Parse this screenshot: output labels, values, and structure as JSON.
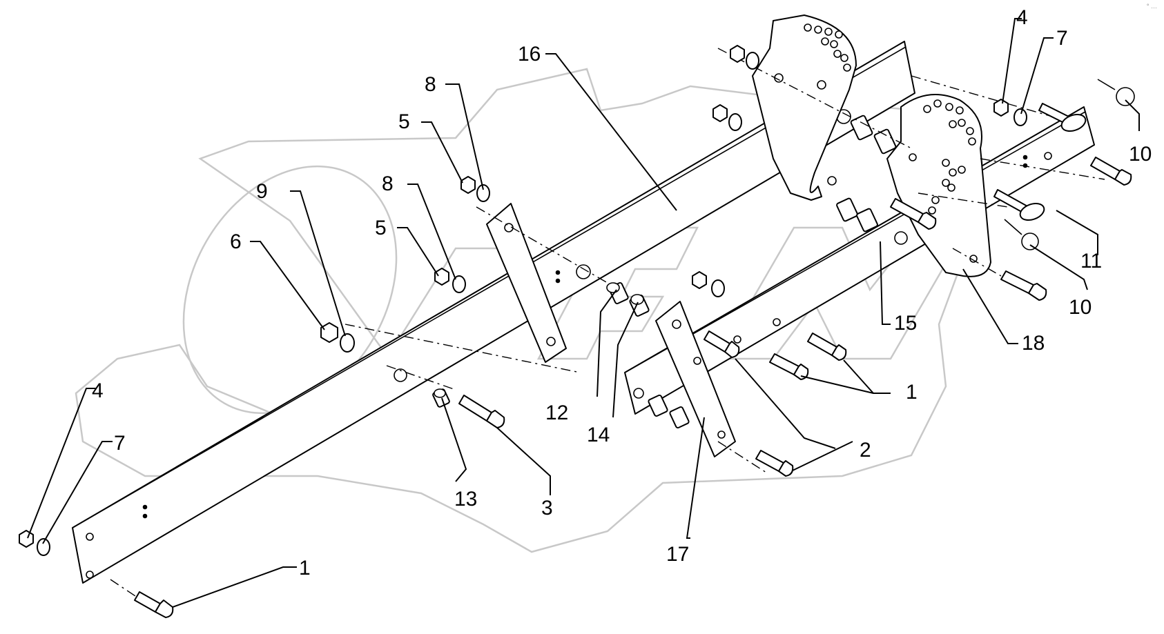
{
  "diagram": {
    "corner_mark": "° …",
    "callouts": [
      {
        "id": "c-16",
        "text": "16"
      },
      {
        "id": "c-8a",
        "text": "8"
      },
      {
        "id": "c-5a",
        "text": "5"
      },
      {
        "id": "c-8b",
        "text": "8"
      },
      {
        "id": "c-9",
        "text": "9"
      },
      {
        "id": "c-6",
        "text": "6"
      },
      {
        "id": "c-5b",
        "text": "5"
      },
      {
        "id": "c-4a",
        "text": "4"
      },
      {
        "id": "c-7a",
        "text": "7"
      },
      {
        "id": "c-10a",
        "text": "10"
      },
      {
        "id": "c-11",
        "text": "11"
      },
      {
        "id": "c-10b",
        "text": "10"
      },
      {
        "id": "c-15",
        "text": "15"
      },
      {
        "id": "c-18",
        "text": "18"
      },
      {
        "id": "c-1a",
        "text": "1"
      },
      {
        "id": "c-2",
        "text": "2"
      },
      {
        "id": "c-12",
        "text": "12"
      },
      {
        "id": "c-14",
        "text": "14"
      },
      {
        "id": "c-13",
        "text": "13"
      },
      {
        "id": "c-3",
        "text": "3"
      },
      {
        "id": "c-17",
        "text": "17"
      },
      {
        "id": "c-4b",
        "text": "4"
      },
      {
        "id": "c-7b",
        "text": "7"
      },
      {
        "id": "c-1b",
        "text": "1"
      }
    ]
  }
}
